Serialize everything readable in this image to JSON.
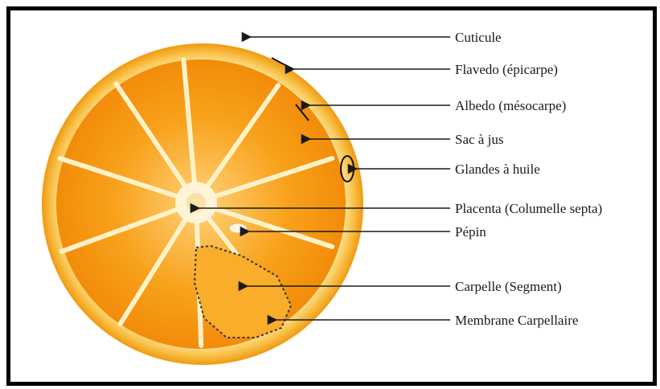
{
  "labels": [
    {
      "id": "cuticule",
      "text": "Cuticule"
    },
    {
      "id": "flavedo",
      "text": "Flavedo (épicarpe)"
    },
    {
      "id": "albedo",
      "text": "Albedo (mésocarpe)"
    },
    {
      "id": "sac",
      "text": "Sac à jus"
    },
    {
      "id": "glandes",
      "text": "Glandes à huile"
    },
    {
      "id": "placenta",
      "text": "Placenta (Columelle septa)"
    },
    {
      "id": "pepin",
      "text": "Pépin"
    },
    {
      "id": "carpelle",
      "text": "Carpelle (Segment)"
    },
    {
      "id": "membrane",
      "text": "Membrane Carpellaire"
    }
  ],
  "colors": {
    "rind": "#f7a41c",
    "albedo": "#fbe39a",
    "segment": "#f59a12",
    "segment_light": "#ffc04a",
    "membrane": "#fff2c8",
    "line": "#1a1a1a"
  }
}
